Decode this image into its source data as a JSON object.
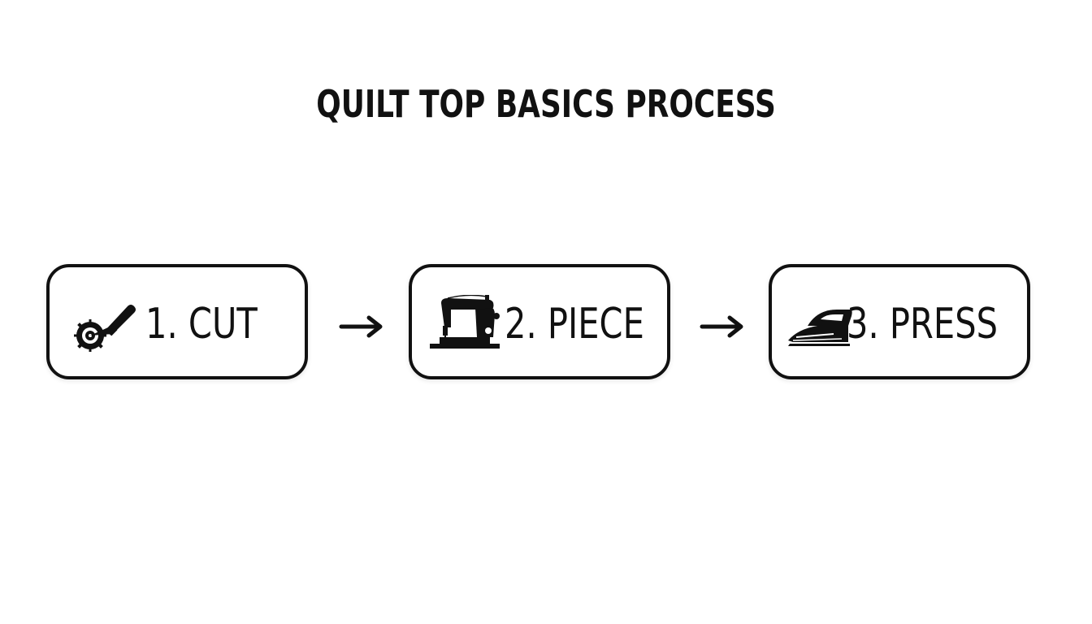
{
  "diagram": {
    "title": "QUILT TOP BASICS PROCESS",
    "steps": [
      {
        "label": "1. CUT",
        "icon": "rotary-cutter-icon"
      },
      {
        "label": "2. PIECE",
        "icon": "sewing-machine-icon"
      },
      {
        "label": "3. PRESS",
        "icon": "iron-icon"
      }
    ],
    "connector_icon": "arrow-right-icon",
    "colors": {
      "ink": "#111111",
      "background": "#ffffff"
    }
  }
}
